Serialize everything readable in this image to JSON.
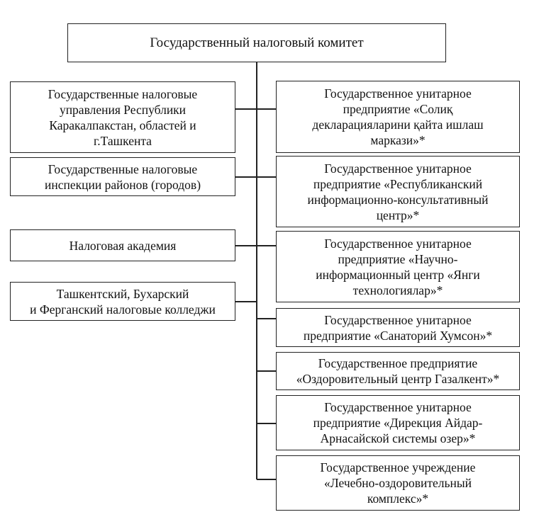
{
  "root": {
    "label": "Государственный налоговый комитет"
  },
  "left": [
    {
      "lines": [
        "Государственные налоговые",
        "управления Республики",
        "Каракалпакстан, областей и",
        "г.Ташкента"
      ]
    },
    {
      "lines": [
        "Государственные налоговые",
        "инспекции районов (городов)"
      ]
    },
    {
      "lines": [
        "Налоговая академия"
      ]
    },
    {
      "lines": [
        "Ташкентский, Бухарский",
        "и Ферганский налоговые колледжи"
      ]
    }
  ],
  "right": [
    {
      "lines": [
        "Государственное унитарное",
        "предприятие «Солиқ",
        "декларацияларини қайта ишлаш",
        "маркази»*"
      ]
    },
    {
      "lines": [
        "Государственное унитарное",
        "предприятие «Республиканский",
        "информационно-консультативный",
        "центр»*"
      ]
    },
    {
      "lines": [
        "Государственное унитарное",
        "предприятие «Научно-",
        "информационный центр «Янги",
        "технологиялар»*"
      ]
    },
    {
      "lines": [
        "Государственное унитарное",
        "предприятие «Санаторий Хумсон»*"
      ]
    },
    {
      "lines": [
        "Государственное предприятие",
        "«Оздоровительный центр Газалкент»*"
      ]
    },
    {
      "lines": [
        "Государственное унитарное",
        "предприятие «Дирекция Айдар-",
        "Арнасайской системы озер»*"
      ]
    },
    {
      "lines": [
        "Государственное учреждение",
        "«Лечебно-оздоровительный",
        "комплекс»*"
      ]
    }
  ]
}
